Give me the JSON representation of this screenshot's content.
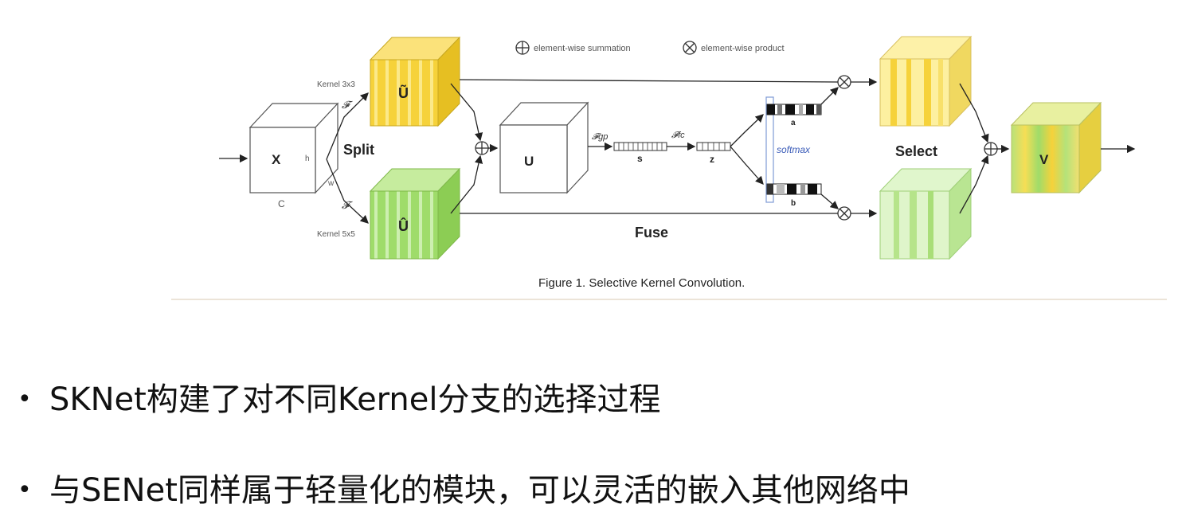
{
  "figure": {
    "caption": "Figure 1. Selective Kernel Convolution.",
    "legend": {
      "sum_label": "element-wise summation",
      "product_label": "element-wise product"
    },
    "input": {
      "label": "X",
      "h_label": "h",
      "w_label": "w",
      "c_label": "C"
    },
    "split": {
      "label": "Split",
      "kernel_top": "Kernel 3x3",
      "kernel_bottom": "Kernel 5x5",
      "f_top": "𝓕",
      "f_bottom": "𝓕",
      "u_tilde": "Ũ",
      "u_hat": "Û"
    },
    "fuse": {
      "label": "Fuse",
      "u_label": "U",
      "f_gp": "𝓕gp",
      "s_label": "s",
      "f_fc": "𝓕fc",
      "z_label": "z",
      "softmax": "softmax",
      "a_label": "a",
      "b_label": "b"
    },
    "select": {
      "label": "Select",
      "v_label": "V"
    },
    "colors": {
      "yellow": "#f6d23a",
      "green": "#9fdc6a",
      "softmax_border": "#7e9bd6",
      "softmax_text": "#3a5bb8"
    }
  },
  "bullets": [
    "SKNet构建了对不同Kernel分支的选择过程",
    "与SENet同样属于轻量化的模块，可以灵活的嵌入其他网络中"
  ],
  "bullet_symbol": "•"
}
